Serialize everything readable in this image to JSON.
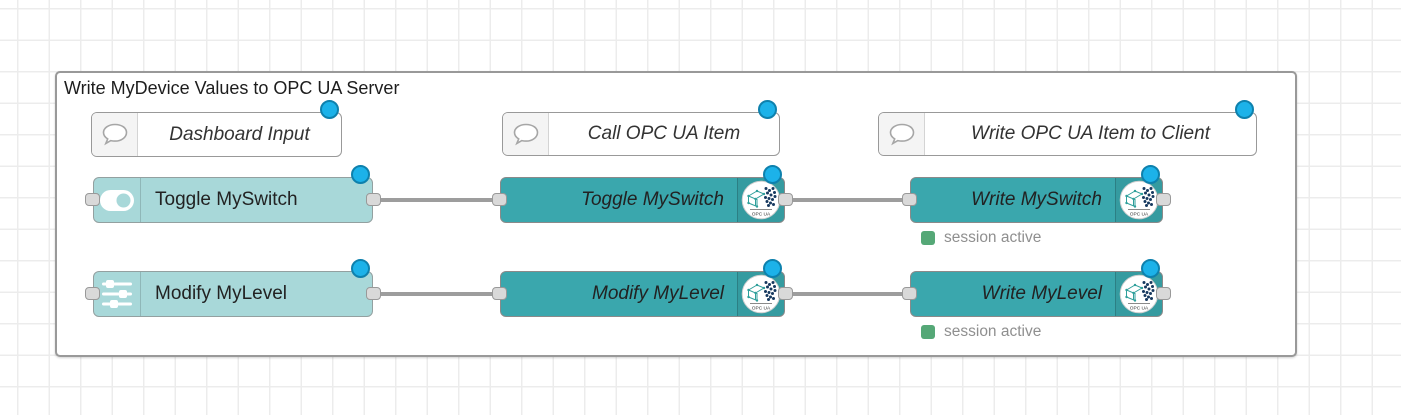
{
  "group": {
    "title": "Write MyDevice Values to OPC UA Server"
  },
  "comments": {
    "dashboard_input": "Dashboard Input",
    "call_opcua_item": "Call OPC UA Item",
    "write_opcua_item": "Write OPC UA Item to Client"
  },
  "nodes": {
    "toggle_myswitch_ui": "Toggle MySwitch",
    "modify_mylevel_ui": "Modify MyLevel",
    "toggle_myswitch_call": "Toggle MySwitch",
    "modify_mylevel_call": "Modify MyLevel",
    "write_myswitch": "Write MySwitch",
    "write_mylevel": "Write MyLevel"
  },
  "status": {
    "session_active": "session active"
  },
  "badge": {
    "label": "OPC UA"
  },
  "colors": {
    "node_light": "#a8d8d9",
    "node_teal": "#3aa7ad",
    "wire": "#9d9d9d",
    "modified_dot": "#1cb2e9",
    "modified_dot_border": "#0e81ad",
    "status_green": "#55a877",
    "node_border": "#999999",
    "grid_line": "#ececec"
  }
}
